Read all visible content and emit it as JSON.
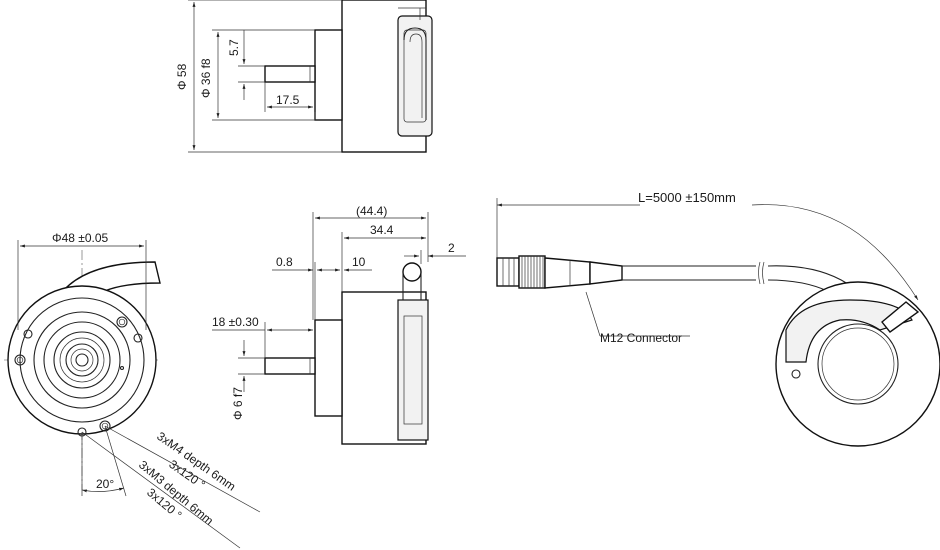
{
  "top_view": {
    "dia_58": "Φ 58",
    "dia_36f8": "Φ 36 f8",
    "dim_5_7": "5.7",
    "dim_17_5": "17.5"
  },
  "front_view": {
    "dia_48": "Φ48 ±0.05",
    "m4_holes": "3xM4 depth 6mm",
    "m4_angle": "3x120 °",
    "m3_holes": "3xM3 depth 6mm",
    "m3_angle": "3x120 °",
    "angle_20": "20°"
  },
  "side_view": {
    "dim_44_4": "(44.4)",
    "dim_34_4": "34.4",
    "dim_2": "2",
    "dim_0_8": "0.8",
    "dim_10": "10",
    "dim_18": "18 ±0.30",
    "dia_6f7": "Φ 6 f7"
  },
  "cable_view": {
    "length": "L=5000 ±150mm",
    "connector": "M12 Connector"
  }
}
